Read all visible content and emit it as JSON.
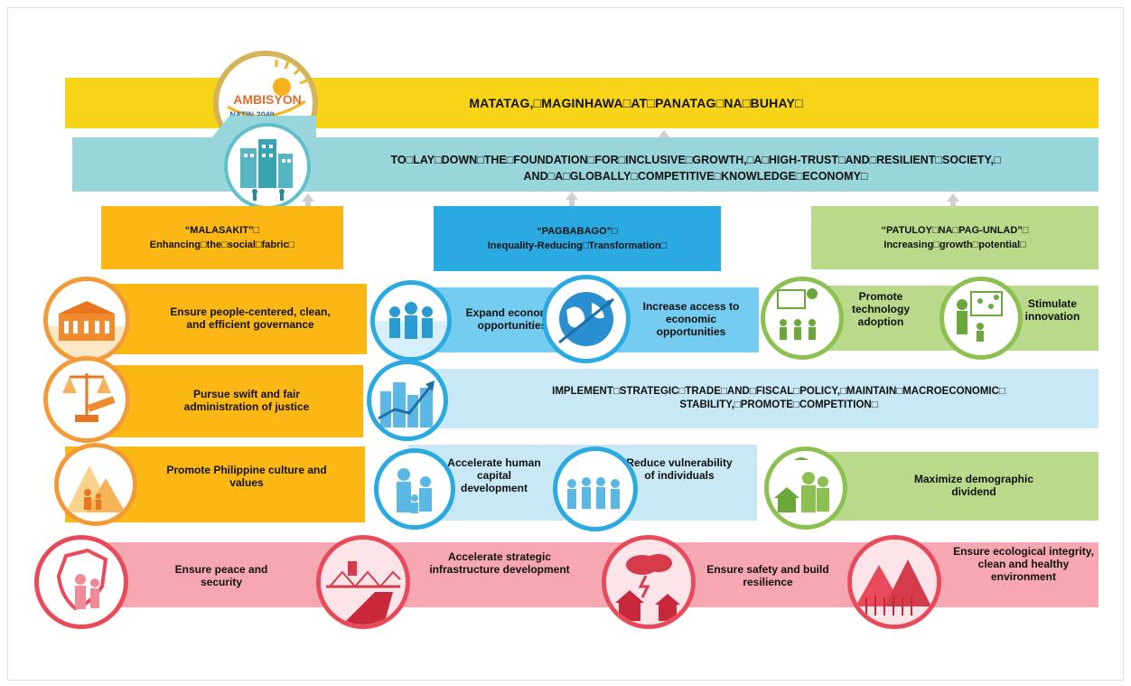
{
  "logo": {
    "line1": "AMBISYON",
    "line2": "NATIN 2040"
  },
  "vision": "MATATAG,□MAGINHAWA□AT□PANATAG□NA□BUHAY□",
  "goal": {
    "line1": "TO□LAY□DOWN□THE□FOUNDATION□FOR□INCLUSIVE□GROWTH,□A□HIGH-TRUST□AND□RESILIENT□SOCIETY,□",
    "line2": "AND□A□GLOBALLY□COMPETITIVE□KNOWLEDGE□ECONOMY□"
  },
  "pillars": {
    "malasakit": {
      "title": "“MALASAKIT”□",
      "subtitle": "Enhancing□the□social□fabric□"
    },
    "pagbabago": {
      "title": "“PAGBABAGO”□",
      "subtitle": "Inequality-Reducing□Transformation□"
    },
    "patuloy": {
      "title": "“PATULOY□NA□PAG-UNLAD”□",
      "subtitle": "Increasing□growth□potential□"
    }
  },
  "strategies": {
    "governance": "Ensure people-centered, clean, and efficient governance",
    "justice": "Pursue swift and fair administration of justice",
    "culture": "Promote Philippine culture and values",
    "expand": "Expand economic opportunities",
    "increase_access": "Increase access to economic opportunities",
    "macro": {
      "line1": "IMPLEMENT□STRATEGIC□TRADE□AND□FISCAL□POLICY,□MAINTAIN□MACROECONOMIC□",
      "line2": "STABILITY,□PROMOTE□COMPETITION□"
    },
    "human_capital": "Accelerate human capital development",
    "vulnerability": "Reduce vulnerability of individuals",
    "technology": "Promote technology adoption",
    "innovation": "Stimulate innovation",
    "demographic": "Maximize demographic dividend",
    "peace": "Ensure peace and security",
    "infrastructure": "Accelerate strategic infrastructure development",
    "safety": "Ensure safety and build resilience",
    "ecology": "Ensure ecological integrity, clean and healthy environment"
  },
  "colors": {
    "vision_yellow": "#f7d417",
    "goal_teal": "#98d6dc",
    "malasakit_orange": "#fbb814",
    "pagbabago_blue": "#2baae1",
    "pagbabago_light": "#74ccf0",
    "macro_light": "#c7e8f4",
    "patuloy_green": "#b9da8a",
    "foundation_pink": "#f6a7b2"
  }
}
